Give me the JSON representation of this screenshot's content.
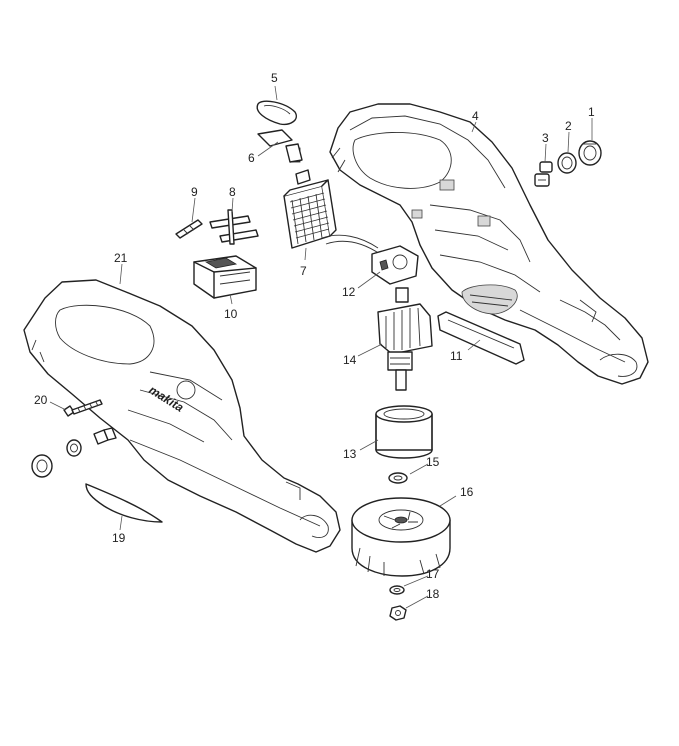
{
  "parts": [
    {
      "id": "p1",
      "number": "1"
    },
    {
      "id": "p2",
      "number": "2"
    },
    {
      "id": "p3",
      "number": "3"
    },
    {
      "id": "p4",
      "number": "4"
    },
    {
      "id": "p5",
      "number": "5"
    },
    {
      "id": "p6",
      "number": "6"
    },
    {
      "id": "p7",
      "number": "7"
    },
    {
      "id": "p8",
      "number": "8"
    },
    {
      "id": "p9",
      "number": "9"
    },
    {
      "id": "p10",
      "number": "10"
    },
    {
      "id": "p11",
      "number": "11"
    },
    {
      "id": "p12",
      "number": "12"
    },
    {
      "id": "p13",
      "number": "13"
    },
    {
      "id": "p14",
      "number": "14"
    },
    {
      "id": "p15",
      "number": "15"
    },
    {
      "id": "p16",
      "number": "16"
    },
    {
      "id": "p17",
      "number": "17"
    },
    {
      "id": "p18",
      "number": "18"
    },
    {
      "id": "p19",
      "number": "19"
    },
    {
      "id": "p20",
      "number": "20"
    },
    {
      "id": "p21",
      "number": "21"
    }
  ],
  "brand_logo": "makita"
}
